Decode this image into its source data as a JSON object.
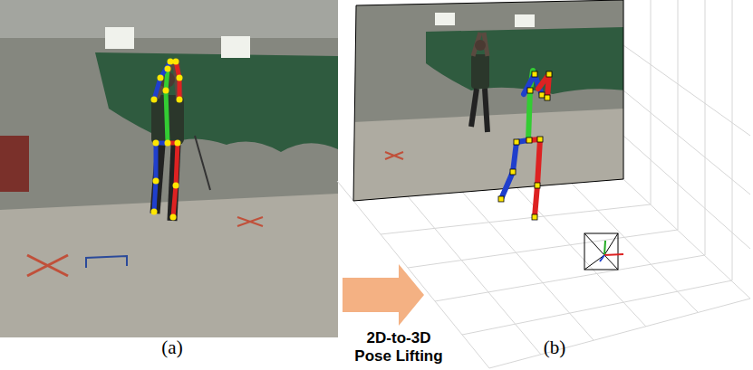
{
  "diagram": {
    "labels": [
      "(a)",
      "2D-to-3D Pose Lifting",
      "(b)"
    ]
  }
}
